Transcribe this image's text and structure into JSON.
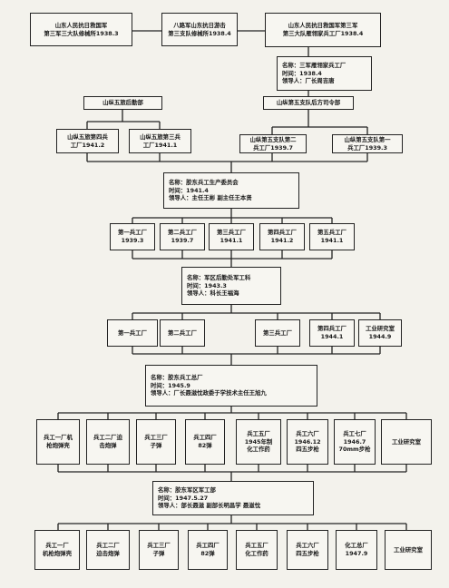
{
  "row1": {
    "a": [
      "山东人民抗日救国军",
      "第三军三大队修械所1938.3"
    ],
    "b": [
      "八路军山东抗日游击",
      "第三支队修械所1938.4"
    ],
    "c": [
      "山东人民抗日救国军第三军",
      "第三大队雁翎家兵工厂1938.4"
    ]
  },
  "rongjia": [
    "名称：三军雁翎家兵工厂",
    "时间：1938.4",
    "领导人：厂长周吉唐"
  ],
  "wujun_hq": "山纵五旅后勤部",
  "wuzhi_hq": "山纵第五支队后方司令部",
  "row3": {
    "a": [
      "山纵五旅第四兵",
      "工厂1941.2"
    ],
    "b": [
      "山纵五旅第三兵",
      "工厂1941.1"
    ],
    "c": [
      "山纵第五支队第二",
      "兵工厂1939.7"
    ],
    "d": [
      "山纵第五支队第一",
      "兵工厂1939.3"
    ]
  },
  "committee": [
    "名称：胶东兵工生产委员会",
    "时间：1941.4",
    "领导人：主任王彬  副主任王本贤"
  ],
  "row5": [
    [
      "第一兵工厂",
      "1939.3"
    ],
    [
      "第二兵工厂",
      "1939.7"
    ],
    [
      "第三兵工厂",
      "1941.1"
    ],
    [
      "第四兵工厂",
      "1941.2"
    ],
    [
      "第五兵工厂",
      "1941.1"
    ]
  ],
  "military": [
    "名称：军区后勤处军工科",
    "时间：1943.3",
    "领导人：科长王福海"
  ],
  "row7": [
    [
      "第一兵工厂"
    ],
    [
      "第二兵工厂"
    ],
    [
      "第三兵工厂"
    ],
    [
      "第四兵工厂",
      "1944.1"
    ],
    [
      "工业研究室",
      "1944.9"
    ]
  ],
  "general": [
    "名称：胶东兵工总厂",
    "时间：1945.9",
    "领导人：厂长聂滋忱政委于学技术主任王旭九"
  ],
  "row9": [
    [
      "兵工一厂机",
      "枪炮弹壳"
    ],
    [
      "兵工二厂迫",
      "击炮弹"
    ],
    [
      "兵工三厂",
      "子弹"
    ],
    [
      "兵工四厂",
      "82弹"
    ],
    [
      "兵工五厂",
      "1945年制",
      "化工作药"
    ],
    [
      "兵工六厂",
      "1946.12",
      "四五步枪"
    ],
    [
      "兵工七厂",
      "1946.7",
      "70mm步枪"
    ],
    [
      "工业研究室"
    ]
  ],
  "military_dept": [
    "名称：胶东军区军工部",
    "时间：1947.5.27",
    "领导人：部长聂滋  副部长明昌学  聂滋忱"
  ],
  "row11": [
    [
      "兵工一厂",
      "机枪炮弹壳"
    ],
    [
      "兵工二厂",
      "迫击炮弹"
    ],
    [
      "兵工三厂",
      "子弹"
    ],
    [
      "兵工四厂",
      "82弹"
    ],
    [
      "兵工五厂",
      "化工作药"
    ],
    [
      "兵工六厂",
      "四五步枪"
    ],
    [
      "化工总厂",
      "1947.9"
    ],
    [
      "工业研究室"
    ]
  ],
  "colors": {
    "line": "#222222",
    "box_bg": "#f7f6f1",
    "page_bg": "#f3f2ec"
  }
}
